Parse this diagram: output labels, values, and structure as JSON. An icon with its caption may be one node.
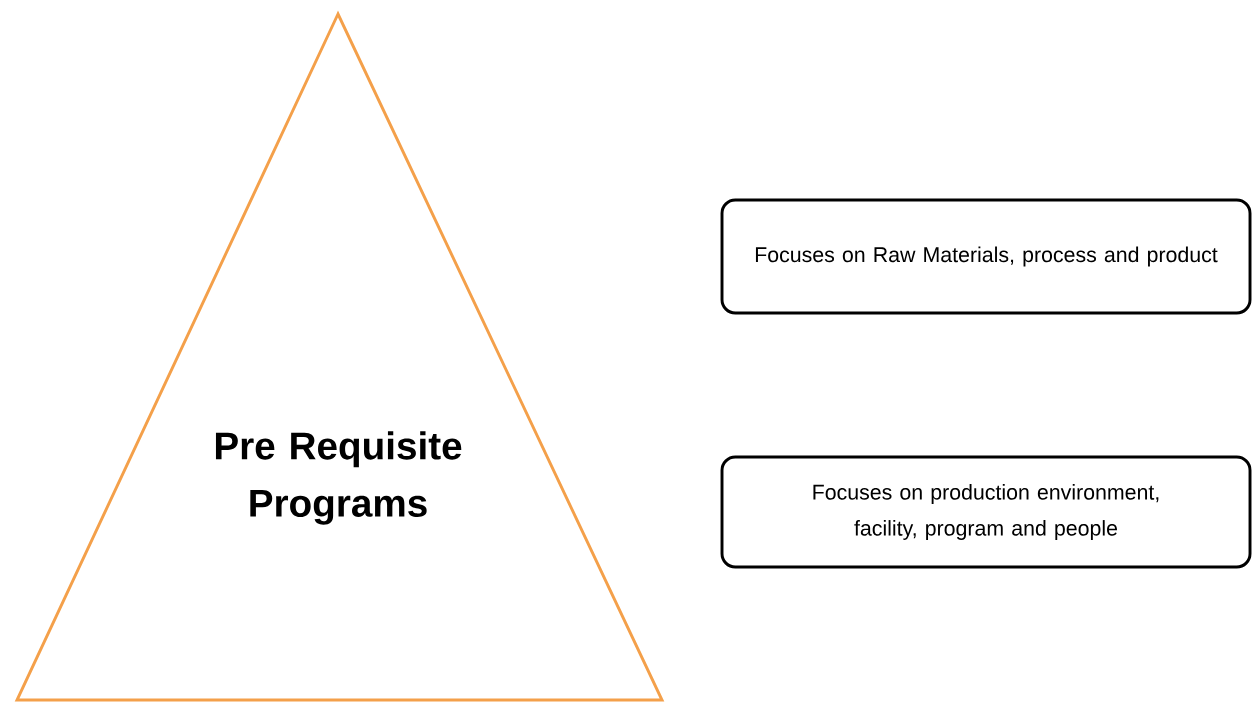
{
  "diagram": {
    "nodes": [
      {
        "text": [
          "Pre Requisite Programs"
        ]
      },
      {
        "text": [
          "Focuses on Raw Materials, process and product"
        ]
      },
      {
        "text": [
          "Focuses on production environment, facility, program and people"
        ]
      }
    ]
  }
}
